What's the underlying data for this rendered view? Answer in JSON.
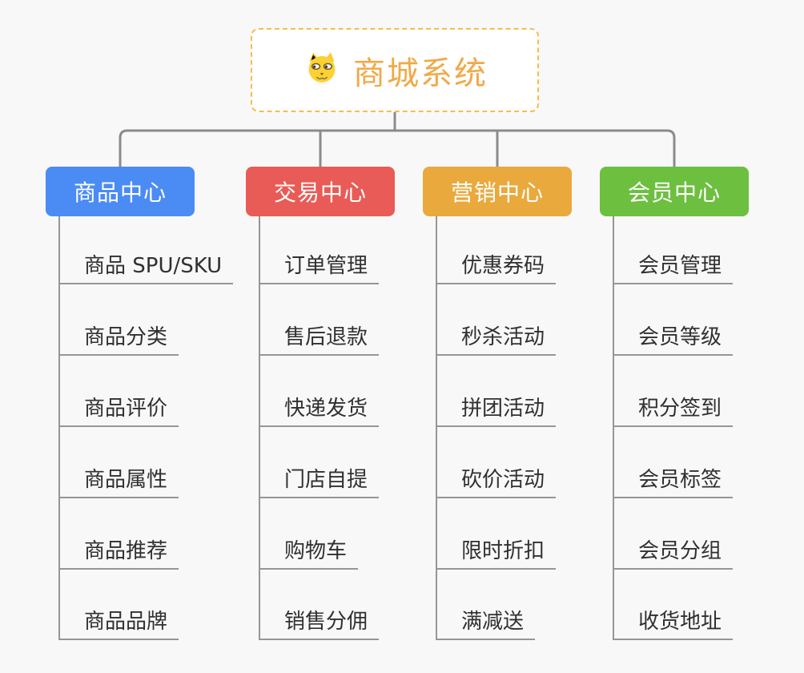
{
  "app": {
    "background_color": "#f8f8f8",
    "connector_color": "#8b8b8b",
    "tree_line_color": "#969696"
  },
  "root": {
    "title": "商城系统",
    "icon": "dog-face-icon",
    "text_color": "#f0a948",
    "border_color": "#f6bc4f",
    "background_color": "#ffffff"
  },
  "columns": [
    {
      "label": "商品中心",
      "color": "#4b8bf4",
      "items": [
        "商品 SPU/SKU",
        "商品分类",
        "商品评价",
        "商品属性",
        "商品推荐",
        "商品品牌"
      ]
    },
    {
      "label": "交易中心",
      "color": "#e95b56",
      "items": [
        "订单管理",
        "售后退款",
        "快递发货",
        "门店自提",
        "购物车",
        "销售分佣"
      ]
    },
    {
      "label": "营销中心",
      "color": "#eaa93d",
      "items": [
        "优惠券码",
        "秒杀活动",
        "拼团活动",
        "砍价活动",
        "限时折扣",
        "满减送"
      ]
    },
    {
      "label": "会员中心",
      "color": "#6dbf40",
      "items": [
        "会员管理",
        "会员等级",
        "积分签到",
        "会员标签",
        "会员分组",
        "收货地址"
      ]
    }
  ]
}
